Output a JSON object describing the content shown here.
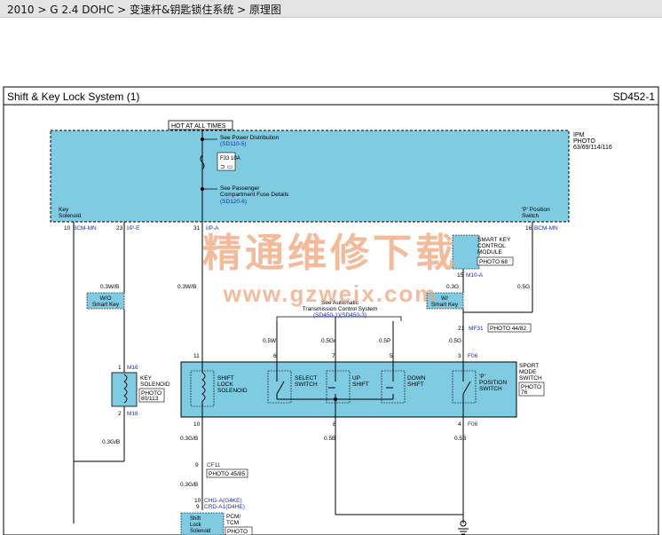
{
  "breadcrumb": "2010 > G 2.4 DOHC > 变速杆&钥匙锁住系统 > 原理图",
  "header": {
    "title": "Shift & Key Lock System (1)",
    "code": "SD452-1"
  },
  "watermark": {
    "cn": "精通维修下载",
    "url": "www.gzweix.com"
  },
  "ipm": {
    "hot": "HOT AT ALL TIMES",
    "label": "IPM",
    "photo": [
      "PHOTO",
      "63/69/114/116"
    ],
    "see_power": "See Power Distribution",
    "see_power_ref": "(SD110-5)",
    "fuse": "F33 10A",
    "see_pass": [
      "See Passenger",
      "Compartment Fuse Details"
    ],
    "see_pass_ref": "(SD120-6)",
    "key_solenoid": [
      "Key",
      "Solenoid"
    ],
    "p_position": [
      "'P' Position",
      "Switch"
    ]
  },
  "pins": {
    "p10": "10",
    "bcm1": "BCM-MN",
    "p23": "23",
    "ipe": "I/P-E",
    "p31": "31",
    "ipa": "I/P-A",
    "p16": "16",
    "bcm2": "BCM-MN"
  },
  "left": {
    "wire": "0.3W/B",
    "wo": [
      "W/O",
      "Smart Key"
    ],
    "m16a_pin": "1",
    "m16a": "M16",
    "solenoid": [
      "KEY",
      "SOLENOID"
    ],
    "photo": [
      "PHOTO",
      "80/113"
    ],
    "m16b_pin": "2",
    "m16b": "M16",
    "wire2": "0.3G/B"
  },
  "center": {
    "wire": "0.3W/B"
  },
  "smart": {
    "module": [
      "SMART KEY",
      "CONTROL",
      "MODULE"
    ],
    "photo": "PHOTO 68",
    "pin": "15",
    "conn": "M10-A",
    "wire": "0.3G",
    "w": [
      "W/",
      "Smart Key"
    ]
  },
  "right_wire": "0.5G",
  "tcs": {
    "label": [
      "See Automatic",
      "Transmission Control System"
    ],
    "ref": "(SD450-1)(SD450-3)"
  },
  "mf31": {
    "pin": "21",
    "conn": "MF31",
    "photo": "PHOTO 44/82"
  },
  "wires": {
    "w05": "0.5W",
    "w05gr": "0.5Gr",
    "w05p": "0.5P",
    "w05g": "0.5G"
  },
  "sport": {
    "label": [
      "SPORT",
      "MODE",
      "SWITCH"
    ],
    "photo": [
      "PHOTO",
      "76"
    ],
    "pin11": "11",
    "pin6": "6",
    "pin7": "7",
    "pin5": "5",
    "pin3": "3",
    "f06": "F06",
    "shift_lock": [
      "SHIFT",
      "LOCK",
      "SOLENOID"
    ],
    "select": [
      "SELECT",
      "SWITCH"
    ],
    "up": [
      "UP",
      "SHIFT"
    ],
    "down": [
      "DOWN",
      "SHIFT"
    ],
    "ppos": [
      "'P'",
      "POSITION",
      "SWITCH"
    ],
    "pin10": "10",
    "pin8": "8",
    "pin4": "4",
    "f06b": "F06"
  },
  "bottom": {
    "w1": "0.3G/B",
    "w2": "0.5B",
    "w3": "0.5B",
    "cf_pin": "9",
    "cf": "CF11",
    "photo": "PHOTO 45/85",
    "w4": "0.3G/B",
    "chg_pin": "10",
    "chg": "CHG-A(G4KE)",
    "crd_pin": "9",
    "crd": "CRD-A1(D4HE)",
    "pcm": [
      "PCM/",
      "TCM"
    ],
    "shift_lock": [
      "Shift",
      "Lock",
      "Solenoid"
    ],
    "photo2": "PHOTO"
  },
  "colors": {
    "module_fill": "#7fcbe2",
    "link_blue": "#1a2fb0",
    "watermark": "#f0a47a",
    "line": "#000000"
  }
}
